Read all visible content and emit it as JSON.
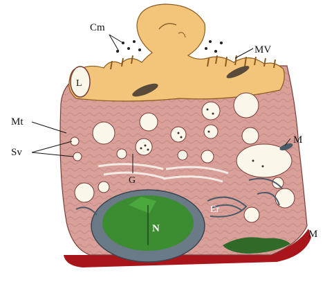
{
  "labels": {
    "cm": "Cm",
    "mv": "MV",
    "l": "L",
    "mt": "Mt",
    "sv": "Sv",
    "m_right": "M",
    "g": "G",
    "er": "Er",
    "n": "N",
    "m_bottom": "M"
  },
  "colors": {
    "cytoplasm": "#d9a09a",
    "apical_region": "#f2c57a",
    "vesicle": "#fbf6ea",
    "nucleus_green": "#3c8c32",
    "nucleus_rim": "#6a7a86",
    "basement_membrane": "#a8161c",
    "organelle_dark": "#4a5a68"
  }
}
